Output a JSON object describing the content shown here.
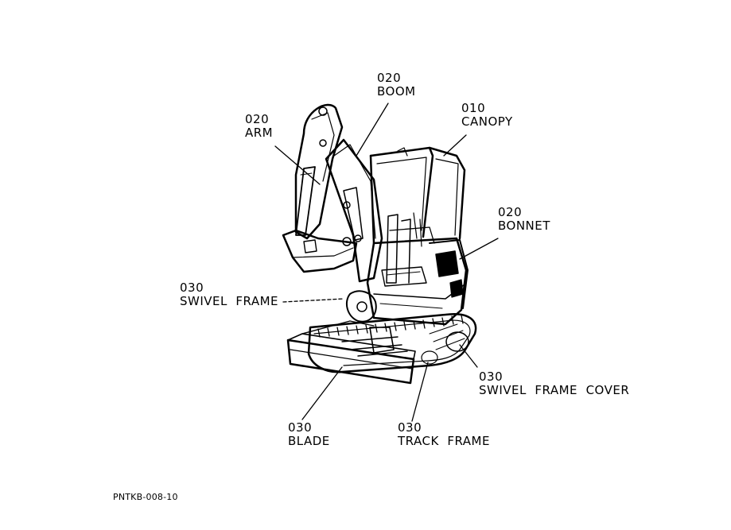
{
  "labels": {
    "boom": {
      "code": "020",
      "name": "BOOM"
    },
    "canopy": {
      "code": "010",
      "name": "CANOPY"
    },
    "arm": {
      "code": "020",
      "name": "ARM"
    },
    "bonnet": {
      "code": "020",
      "name": "BONNET"
    },
    "swivel_frame": {
      "code": "030",
      "name": "SWIVEL  FRAME"
    },
    "swivel_frame_cover": {
      "code": "030",
      "name": "SWIVEL  FRAME  COVER"
    },
    "blade": {
      "code": "030",
      "name": "BLADE"
    },
    "track_frame": {
      "code": "030",
      "name": "TRACK  FRAME"
    }
  },
  "doc_code": "PNTKB-008-10",
  "colors": {
    "line": "#000000",
    "background": "#ffffff"
  }
}
